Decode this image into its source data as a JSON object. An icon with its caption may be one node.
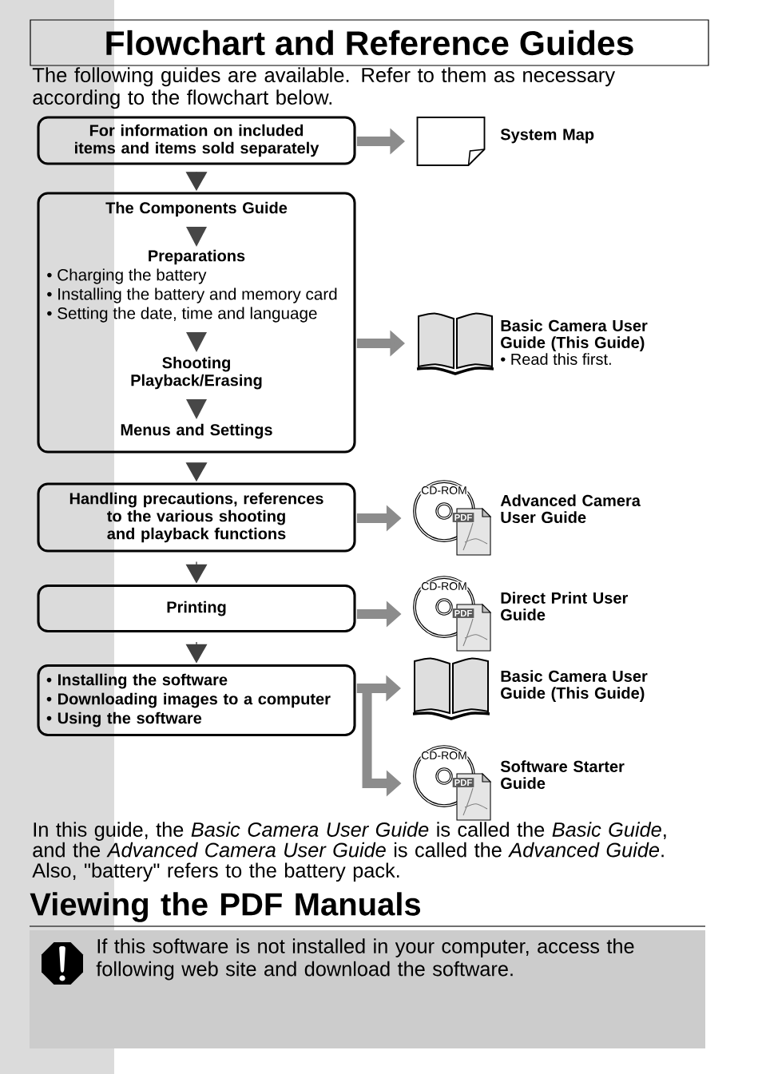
{
  "diagram": {
    "title": "Flowchart and Reference Guides",
    "nodes": [
      {
        "text": [
          "For information on included items and items sold separately"
        ]
      },
      {
        "text": [],
        "shape": "document",
        "beside": [
          "System Map"
        ]
      },
      {
        "text": [
          "The Components Guide",
          "Preparations",
          "• Charging the battery",
          "• Installing the battery and memory card",
          "• Setting the date, time and language",
          "Shooting Playback/Erasing",
          "Menus and Settings"
        ]
      },
      {
        "text": [],
        "shape": "book",
        "beside": [
          "Basic Camera User Guide (This Guide)",
          "• Read this first."
        ]
      },
      {
        "text": [
          "Handling precautions, references to the various shooting and playback functions"
        ]
      },
      {
        "text": [
          "CD-ROM",
          "PDF"
        ],
        "beside": [
          "Advanced Camera User Guide"
        ]
      },
      {
        "text": [
          "Printing"
        ]
      },
      {
        "text": [
          "CD-ROM",
          "PDF"
        ],
        "beside": [
          "Direct Print User Guide"
        ]
      },
      {
        "text": [
          "• Installing the software",
          "• Downloading images to a computer",
          "• Using the software"
        ]
      },
      {
        "text": [],
        "shape": "book",
        "beside": [
          "Basic Camera User Guide (This Guide)"
        ]
      },
      {
        "text": [
          "CD-ROM",
          "PDF"
        ],
        "beside": [
          "Software Starter Guide"
        ]
      }
    ],
    "edges": [
      {
        "from": 0,
        "to": 1,
        "arrow": "to"
      },
      {
        "from": 0,
        "to": 2,
        "arrow": "to",
        "color": "#404040"
      },
      {
        "from": 2,
        "to": 3,
        "arrow": "to"
      },
      {
        "from": 2,
        "to": 4,
        "arrow": "to",
        "color": "#404040"
      },
      {
        "from": 4,
        "to": 5,
        "arrow": "to"
      },
      {
        "from": 4,
        "to": 6,
        "arrow": "to",
        "color": "#404040"
      },
      {
        "from": 6,
        "to": 7,
        "arrow": "to"
      },
      {
        "from": 6,
        "to": 8,
        "arrow": "to",
        "color": "#404040"
      },
      {
        "from": 8,
        "to": 9,
        "arrow": "to"
      },
      {
        "from": 8,
        "to": 10,
        "arrow": "to"
      }
    ],
    "labels": [
      "The following guides are available. Refer to them as necessary according to the flowchart below.",
      "In this guide, the *Basic Camera User Guide* is called the *Basic Guide*, and the *Advanced Camera User Guide* is called the *Advanced Guide*. Also, \"battery\" refers to the battery pack.",
      "Viewing the PDF Manuals",
      "If this software is not installed in your computer, access the following web site and download the software."
    ]
  }
}
